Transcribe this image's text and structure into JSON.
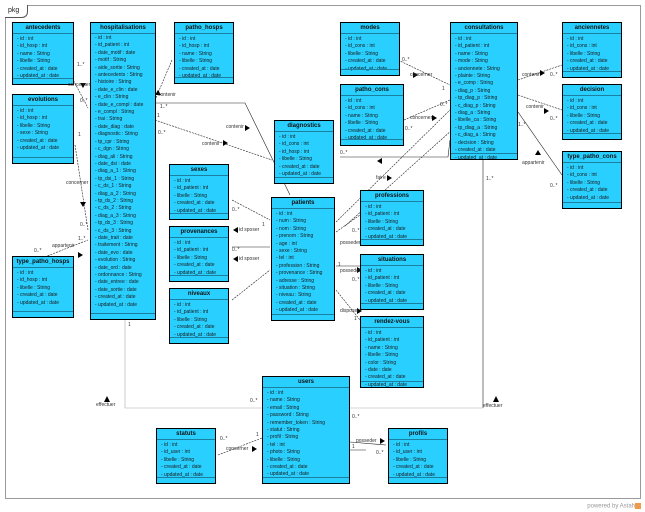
{
  "package_label": "pkg",
  "footer": "powered by Astah",
  "classes": {
    "antecedents": {
      "name": "antecedents",
      "attrs": [
        "- id : int",
        "- id_hosp : int",
        "- name : String",
        "- libelle : String",
        "- created_at : date",
        "- updated_at : date"
      ]
    },
    "evolutions": {
      "name": "evolutions",
      "attrs": [
        "- id : int",
        "- id_hosp : int",
        "- libelle : String",
        "- sexe : String",
        "- created_at : date",
        "- updated_at : date"
      ]
    },
    "type_patho_hosps": {
      "name": "type_patho_hosps",
      "attrs": [
        "- id : int",
        "- id_hosp : int",
        "- libelle : String",
        "- created_at : date",
        "- updated_at : date"
      ]
    },
    "hospitalisations": {
      "name": "hospitalisations",
      "attrs": [
        "- id : int",
        "- id_patient : int",
        "- date_motif : date",
        "- motif : String",
        "- aide_sortie : String",
        "- antecedents : String",
        "- histoire : String",
        "- date_e_clin : date",
        "- e_clin : String",
        "- date_e_compl : date",
        "- e_compl : String",
        "- trai : String",
        "- date_diag : date",
        "- diagnostic : String",
        "- tp_cpr : String",
        "- c_dgn : String",
        "- diag_ali : String",
        "- date_dsi : date",
        "- diag_a_1 : String",
        "- tp_dsi_1 : String",
        "- c_ds_1 : String",
        "- diag_a_2 : String",
        "- tp_ds_2 : String",
        "- c_ds_2 : String",
        "- diag_a_3 : String",
        "- tp_ds_3 : String",
        "- c_ds_3 : String",
        "- date_trait : date",
        "- traitement : String",
        "- date_evo : date",
        "- evolution : String",
        "- date_ord : date",
        "- ordonnance : String",
        "- date_entree : date",
        "- date_sortie : date",
        "- created_at : date",
        "- updated_at : date"
      ]
    },
    "patho_hosps": {
      "name": "patho_hosps",
      "attrs": [
        "- id : int",
        "- id_hosp : int",
        "- name : String",
        "- libelle : String",
        "- created_at : date",
        "- updated_at : date"
      ]
    },
    "diagnostics": {
      "name": "diagnostics",
      "attrs": [
        "- id : int",
        "- id_cons : int",
        "- id_hosp : int",
        "- libelle : String",
        "- created_at : date",
        "- updated_at : date"
      ]
    },
    "modes": {
      "name": "modes",
      "attrs": [
        "- id : int",
        "- id_cons : int",
        "- libelle : String",
        "- created_at : date",
        "- updated_at : date"
      ]
    },
    "patho_cons": {
      "name": "patho_cons",
      "attrs": [
        "- id : int",
        "- id_cons : int",
        "- name : String",
        "- libelle : String",
        "- created_at : date",
        "- updated_at : date"
      ]
    },
    "consultations": {
      "name": "consultations",
      "attrs": [
        "- id : int",
        "- id_patient : int",
        "- name : String",
        "- mode : String",
        "- anciennete : String",
        "- plainte : String",
        "- e_comp : String",
        "- diag_p : String",
        "- tp_diag_p : String",
        "- c_diag_p : String",
        "- diag_a : String",
        "- libelle_ca : String",
        "- tp_diag_a : String",
        "- c_diag_a : String",
        "- decision : String",
        "- created_at : date",
        "- updated_at : date"
      ]
    },
    "anciennetes": {
      "name": "anciennetes",
      "attrs": [
        "- id : int",
        "- id_cons : int",
        "- libelle : String",
        "- created_at : date",
        "- updated_at : date"
      ]
    },
    "decision": {
      "name": "decision",
      "attrs": [
        "- id : int",
        "- id_cons : int",
        "- libelle : String",
        "- created_at : date",
        "- updated_at : date"
      ]
    },
    "type_patho_cons": {
      "name": "type_patho_cons",
      "attrs": [
        "- id : int",
        "- id_cons : int",
        "- libelle : String",
        "- created_at : date",
        "- updated_at : date"
      ]
    },
    "sexes": {
      "name": "sexes",
      "attrs": [
        "- id : int",
        "- id_patient : int",
        "- libelle : String",
        "- created_at : date",
        "- updated_at : date"
      ]
    },
    "provenances": {
      "name": "provenances",
      "attrs": [
        "- id : int",
        "- id_patient : int",
        "- libelle : String",
        "- created_at : date",
        "- updated_at : date"
      ]
    },
    "niveaux": {
      "name": "niveaux",
      "attrs": [
        "- id : int",
        "- id_patient : int",
        "- libelle : String",
        "- created_at : date",
        "- updated_at : date"
      ]
    },
    "patients": {
      "name": "patients",
      "attrs": [
        "- id : int",
        "- num : String",
        "- nom : String",
        "- prenom : String",
        "- age : int",
        "- sexe : String",
        "- tel : int",
        "- profession : String",
        "- provenance : String",
        "- adresse : String",
        "- situation : String",
        "- niveau : String",
        "- created_at : date",
        "- updated_at : date"
      ]
    },
    "professions": {
      "name": "professions",
      "attrs": [
        "- id : int",
        "- id_patient : int",
        "- libelle : String",
        "- created_at : date",
        "- updated_at : date"
      ]
    },
    "situations": {
      "name": "situations",
      "attrs": [
        "- id : int",
        "- id_patient : int",
        "- libelle : String",
        "- created_at : date",
        "- updated_at : date"
      ]
    },
    "rendez_vous": {
      "name": "rendez-vous",
      "attrs": [
        "- id : int",
        "- id_patient : int",
        "- name : String",
        "- libelle : String",
        "- color : String",
        "- date : date",
        "- created_at : date",
        "- updated_at : date"
      ]
    },
    "users": {
      "name": "users",
      "attrs": [
        "- id : int",
        "- name : String",
        "- email : String",
        "- password : String",
        "- remember_token : String",
        "- statut : String",
        "- profil : String",
        "- tel : int",
        "- photo : String",
        "- libelle : String",
        "- created_at : date",
        "- updated_at : date"
      ]
    },
    "statuts": {
      "name": "statuts",
      "attrs": [
        "- id : int",
        "- id_user : int",
        "- libelle : String",
        "- created_at : date",
        "- updated_at : date"
      ]
    },
    "profils": {
      "name": "profils",
      "attrs": [
        "- id : int",
        "- id_user : int",
        "- libelle : String",
        "- created_at : date",
        "- updated_at : date"
      ]
    }
  },
  "labels": [
    {
      "id": "l1",
      "text": "1..*"
    },
    {
      "id": "l2",
      "text": "concerner"
    },
    {
      "id": "l3",
      "text": "0..*"
    },
    {
      "id": "l4",
      "text": "1"
    },
    {
      "id": "l5",
      "text": "concerner"
    },
    {
      "id": "l6",
      "text": "0..*"
    },
    {
      "id": "l7",
      "text": "1..*"
    },
    {
      "id": "l8",
      "text": "appartenir"
    },
    {
      "id": "l9",
      "text": "0..*"
    },
    {
      "id": "l10",
      "text": "contenir"
    },
    {
      "id": "l11",
      "text": "1..*"
    },
    {
      "id": "l12",
      "text": "1"
    },
    {
      "id": "l13",
      "text": "contenir"
    },
    {
      "id": "l14",
      "text": "contenir"
    },
    {
      "id": "l15",
      "text": "0..*"
    },
    {
      "id": "l16",
      "text": "0..*"
    },
    {
      "id": "l17",
      "text": "concerner"
    },
    {
      "id": "l18",
      "text": "1"
    },
    {
      "id": "l19",
      "text": "concerner"
    },
    {
      "id": "l20",
      "text": "0..*"
    },
    {
      "id": "l21",
      "text": "0..*"
    },
    {
      "id": "l22",
      "text": "contenir"
    },
    {
      "id": "l23",
      "text": "0..*"
    },
    {
      "id": "l24",
      "text": "contenir"
    },
    {
      "id": "l25",
      "text": "0..*"
    },
    {
      "id": "l26",
      "text": "1..*"
    },
    {
      "id": "l27",
      "text": "appartenir"
    },
    {
      "id": "l28",
      "text": "0..*"
    },
    {
      "id": "l29",
      "text": "faire"
    },
    {
      "id": "l30",
      "text": "0..*"
    },
    {
      "id": "l31",
      "text": "id sposer"
    },
    {
      "id": "l32",
      "text": "1"
    },
    {
      "id": "l33",
      "text": "0..*"
    },
    {
      "id": "l34",
      "text": "id sposer"
    },
    {
      "id": "l35",
      "text": "0..*"
    },
    {
      "id": "l36",
      "text": "posseder"
    },
    {
      "id": "l37",
      "text": "0..*"
    },
    {
      "id": "l38",
      "text": "1"
    },
    {
      "id": "l39",
      "text": "posseder"
    },
    {
      "id": "l40",
      "text": "0..*"
    },
    {
      "id": "l41",
      "text": "disposer"
    },
    {
      "id": "l42",
      "text": "1"
    },
    {
      "id": "l43",
      "text": "1"
    },
    {
      "id": "l44",
      "text": "effectuer"
    },
    {
      "id": "l45",
      "text": "0..*"
    },
    {
      "id": "l46",
      "text": "1..*"
    },
    {
      "id": "l47",
      "text": "effectuer"
    },
    {
      "id": "l48",
      "text": "0..*"
    },
    {
      "id": "l49",
      "text": "0..*"
    },
    {
      "id": "l50",
      "text": "1"
    },
    {
      "id": "l51",
      "text": "concerner"
    },
    {
      "id": "l52",
      "text": "1"
    },
    {
      "id": "l53",
      "text": "posseder"
    },
    {
      "id": "l54",
      "text": "0..*"
    }
  ]
}
